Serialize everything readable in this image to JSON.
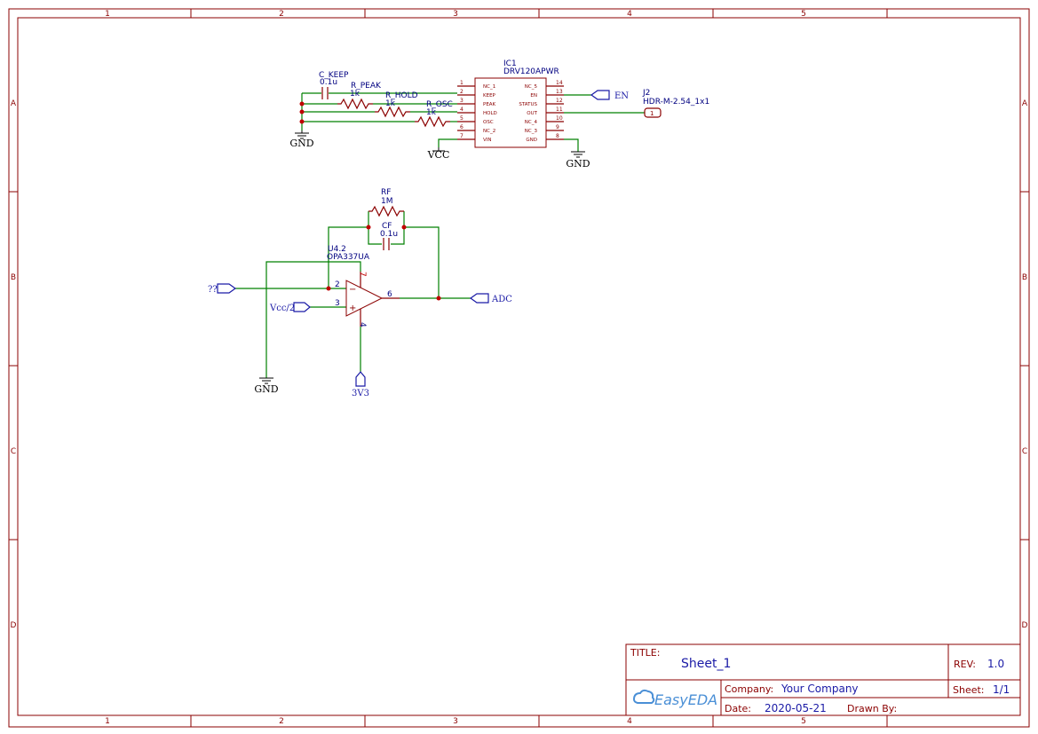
{
  "frame": {
    "columns": [
      "1",
      "2",
      "3",
      "4",
      "5"
    ],
    "rows": [
      "A",
      "B",
      "C",
      "D"
    ]
  },
  "components": {
    "ic1": {
      "designator": "IC1",
      "part": "DRV120APWR",
      "pins_left": [
        {
          "no": "1",
          "name": "NC_1"
        },
        {
          "no": "2",
          "name": "KEEP"
        },
        {
          "no": "3",
          "name": "PEAK"
        },
        {
          "no": "4",
          "name": "HOLD"
        },
        {
          "no": "5",
          "name": "OSC"
        },
        {
          "no": "6",
          "name": "NC_2"
        },
        {
          "no": "7",
          "name": "VIN"
        }
      ],
      "pins_right": [
        {
          "no": "14",
          "name": "NC_5"
        },
        {
          "no": "13",
          "name": "EN"
        },
        {
          "no": "12",
          "name": "STATUS"
        },
        {
          "no": "11",
          "name": "OUT"
        },
        {
          "no": "10",
          "name": "NC_4"
        },
        {
          "no": "9",
          "name": "NC_3"
        },
        {
          "no": "8",
          "name": "GND"
        }
      ]
    },
    "c_keep": {
      "designator": "C_KEEP",
      "value": "0.1u"
    },
    "r_peak": {
      "designator": "R_PEAK",
      "value": "1k"
    },
    "r_hold": {
      "designator": "R_HOLD",
      "value": "1k"
    },
    "r_osc": {
      "designator": "R_OSC",
      "value": "1k"
    },
    "j2": {
      "designator": "J2",
      "part": "HDR-M-2.54_1x1",
      "pin": "1"
    },
    "rf": {
      "designator": "RF",
      "value": "1M"
    },
    "cf": {
      "designator": "CF",
      "value": "0.1u"
    },
    "u4": {
      "designator": "U4.2",
      "part": "OPA337UA",
      "pin_inv": "2",
      "pin_noninv": "3",
      "pin_out": "6",
      "pin_vplus": "7",
      "pin_vminus": "4",
      "sym_minus": "−",
      "sym_plus": "+"
    }
  },
  "nets": {
    "en": "EN",
    "vcc": "VCC",
    "gnd": "GND",
    "adc": "ADC",
    "unknown": "??",
    "vcc_half": "Vcc/2",
    "v3v3": "3V3"
  },
  "title_block": {
    "title_label": "TITLE:",
    "title": "Sheet_1",
    "rev_label": "REV:",
    "rev": "1.0",
    "company_label": "Company:",
    "company": "Your Company",
    "sheet_label": "Sheet:",
    "sheet": "1/1",
    "date_label": "Date:",
    "date": "2020-05-21",
    "drawn_label": "Drawn By:",
    "drawn": "",
    "logo": "EasyEDA"
  }
}
